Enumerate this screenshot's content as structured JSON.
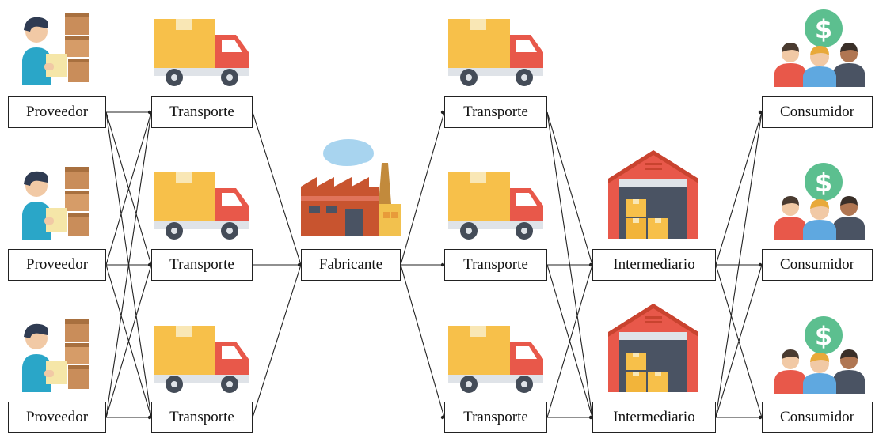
{
  "nodes": {
    "proveedor": "Proveedor",
    "transporte": "Transporte",
    "fabricante": "Fabricante",
    "intermediario": "Intermediario",
    "consumidor": "Consumidor"
  },
  "icons": {
    "supplier": "supplier-with-boxes-icon",
    "truck": "delivery-truck-icon",
    "factory": "factory-icon",
    "warehouse": "warehouse-icon",
    "consumers": "consumers-with-dollar-icon"
  },
  "colors": {
    "box_border": "#222222",
    "truck_cargo": "#f7c04a",
    "truck_cab": "#e8584a",
    "warehouse": "#e8584a",
    "dollar": "#5cbf8f",
    "factory_brick": "#c8542f",
    "cloud": "#a8d4ef"
  }
}
